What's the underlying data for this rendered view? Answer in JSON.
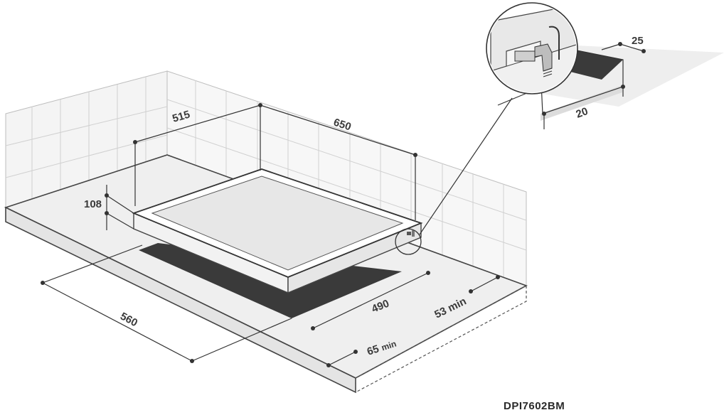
{
  "dimensions": {
    "d515": "515",
    "d650": "650",
    "d108": "108",
    "d560": "560",
    "d490": "490",
    "d53_value": "53",
    "d53_unit": "min",
    "d65_value": "65",
    "d65_unit": "min",
    "d25": "25",
    "d20": "20"
  },
  "model_label": "DPI7602BM"
}
